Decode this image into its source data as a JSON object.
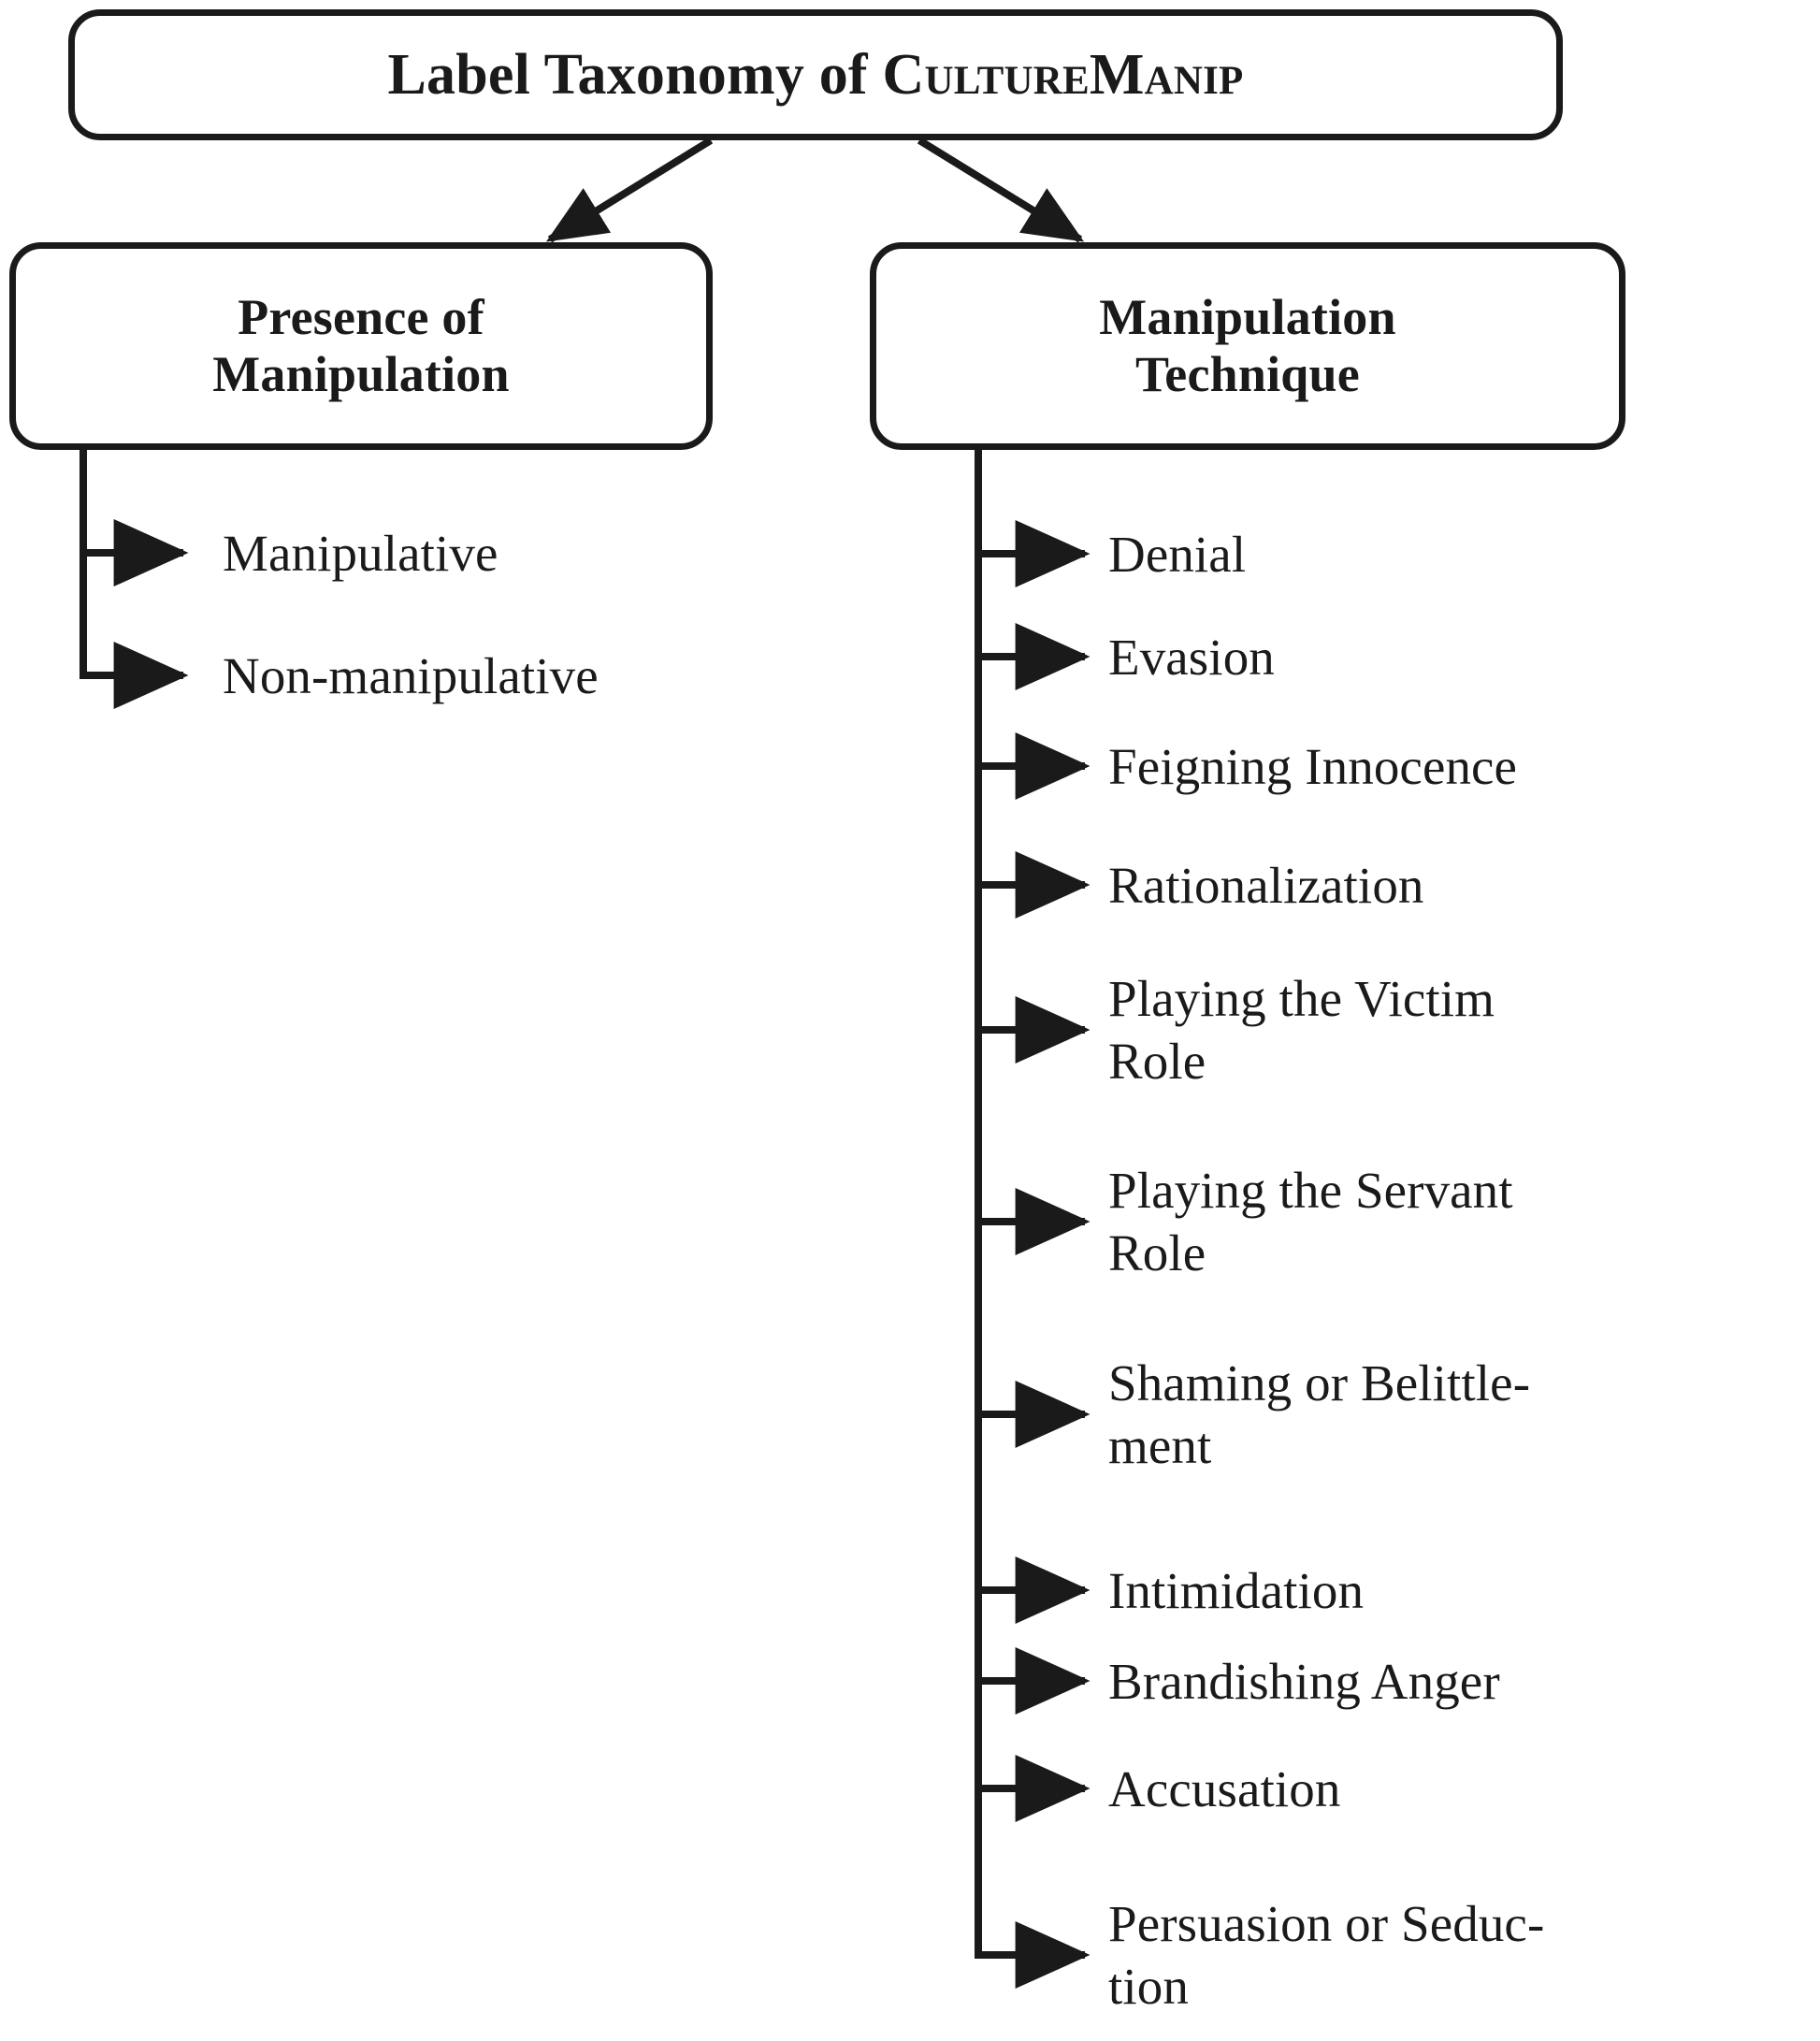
{
  "diagram": {
    "type": "taxonomy-tree",
    "orientation": "top-down",
    "title_box": {
      "text_prefix": "Label Taxonomy of ",
      "text_smallcaps": "CultureManip",
      "full_text": "Label Taxonomy of CultureManip"
    },
    "categories": [
      {
        "id": "presence-of-manipulation",
        "label": "Presence of\nManipulation",
        "label_line_1": "Presence of",
        "label_line_2": "Manipulation",
        "children": [
          {
            "label": "Manipulative"
          },
          {
            "label": "Non-manipulative"
          }
        ]
      },
      {
        "id": "manipulation-technique",
        "label": "Manipulation\nTechnique",
        "label_line_1": "Manipulation",
        "label_line_2": "Technique",
        "children": [
          {
            "label": "Denial"
          },
          {
            "label": "Evasion"
          },
          {
            "label": "Feigning Innocence"
          },
          {
            "label": "Rationalization"
          },
          {
            "label": "Playing the Victim\nRole"
          },
          {
            "label": "Playing the Servant\nRole"
          },
          {
            "label": "Shaming or Belittle-\nment"
          },
          {
            "label": "Intimidation"
          },
          {
            "label": "Brandishing Anger"
          },
          {
            "label": "Accusation"
          },
          {
            "label": "Persuasion or Seduc-\ntion"
          }
        ]
      }
    ],
    "colors": {
      "ink": "#1a1a1a",
      "background": "#ffffff"
    }
  }
}
